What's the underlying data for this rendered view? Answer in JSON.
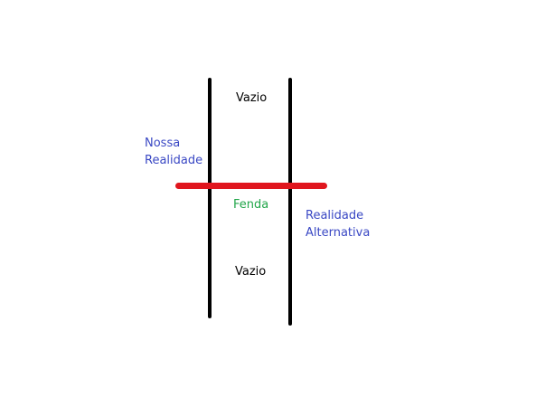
{
  "diagram": {
    "labels": {
      "vazio_top": "Vazio",
      "nossa_realidade": [
        "Nossa",
        "Realidade"
      ],
      "fenda": "Fenda",
      "realidade_alternativa": [
        "Realidade",
        "Alternativa"
      ],
      "vazio_bottom": "Vazio"
    }
  },
  "colors": {
    "line": "#000000",
    "rift_line": "#e0161e",
    "blue_text": "#3a48c4",
    "green_text": "#22a64a",
    "black_text": "#000000"
  }
}
